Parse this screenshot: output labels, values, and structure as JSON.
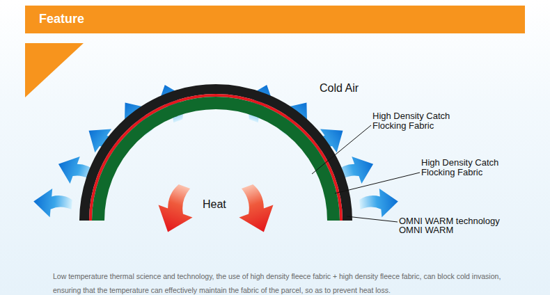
{
  "diagram": {
    "title": "Feature",
    "caption": "Low temperature thermal science and technology, the use of high density fleece fabric + high density fleece fabric, can block cold invasion, ensuring that the temperature can effectively maintain the fabric of the parcel, so as to prevent heat loss.",
    "labels": [
      "Cold Air",
      "High Density Catch Flocking Fabric",
      "High Density Catch Flocking Fabric",
      "Heat",
      "OMNI WARM technology OMNI WARM"
    ]
  }
}
